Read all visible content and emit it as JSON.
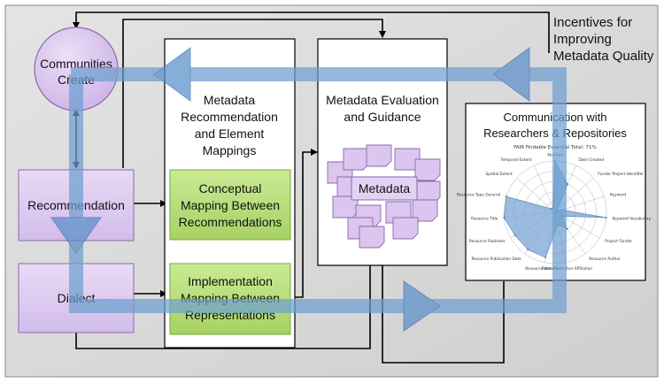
{
  "incentives_title": {
    "line1": "Incentives for",
    "line2": "Improving",
    "line3": "Metadata Quality"
  },
  "communities": {
    "line1": "Communities",
    "line2": "Create"
  },
  "recommendation_label": "Recommendation",
  "dialect_label": "Dialect",
  "mapping_panel": {
    "title": {
      "line1": "Metadata",
      "line2": "Recommendation",
      "line3": "and Element",
      "line4": "Mappings"
    },
    "conceptual": {
      "line1": "Conceptual",
      "line2": "Mapping Between",
      "line3": "Recommendations"
    },
    "implementation": {
      "line1": "Implementation",
      "line2": "Mapping Between",
      "line3": "Representations"
    }
  },
  "evaluation_panel": {
    "title": {
      "line1": "Metadata Evaluation",
      "line2": "and Guidance"
    },
    "metadata_label": "Metadata"
  },
  "communication_panel": {
    "title": {
      "line1": "Communication with",
      "line2": "Researchers & Repositories"
    }
  },
  "colors": {
    "background": "#dcdcdc",
    "flow_arrow": "#6e9fd0",
    "purple_fill": "#dcc6ef",
    "purple_stroke": "#8a6aa8",
    "green_fill": "#b8e07c",
    "green_stroke": "#7aa83a",
    "radar_fill": "#7aa6d4"
  },
  "chart_data": {
    "type": "radar",
    "title": "FAIR Findable Essential  Total: 71%",
    "categories": [
      "Abstract",
      "Date Created",
      "Funder Project Identifier",
      "Keyword",
      "Keyword Vocabulary",
      "Project Funder",
      "Resource Author",
      "Resource Author Affiliation",
      "Resource Identifier",
      "Resource Publication Date",
      "Resource Publisher",
      "Resource Title",
      "Resource Type General",
      "Spatial Extent",
      "Temporal Extent"
    ],
    "values": [
      100,
      60,
      5,
      15,
      100,
      15,
      40,
      25,
      90,
      90,
      90,
      100,
      100,
      10,
      10
    ],
    "rlim": [
      0,
      100
    ],
    "grid": true
  }
}
